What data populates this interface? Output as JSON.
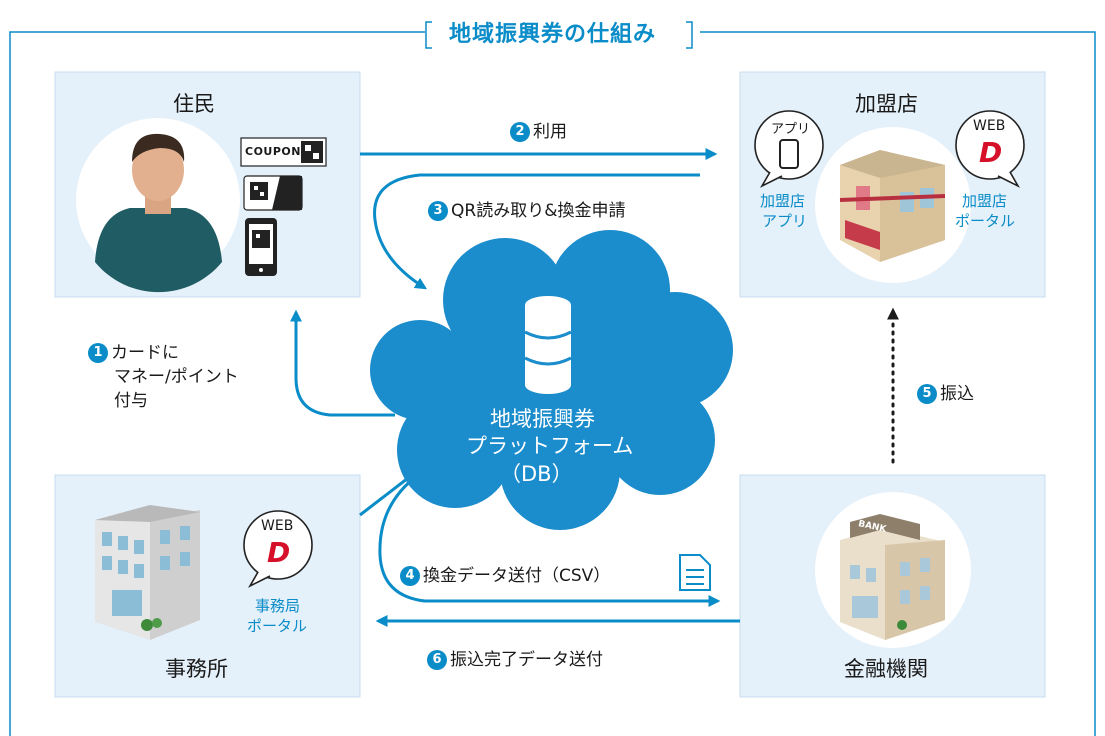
{
  "title": "地域振興券の仕組み",
  "nodes": {
    "resident": "住民",
    "member_store": "加盟店",
    "office": "事務所",
    "bank": "金融機関"
  },
  "platform": {
    "line1": "地域振興券",
    "line2": "プラットフォーム",
    "line3": "（DB）"
  },
  "resident_items": {
    "coupon": "COUPON"
  },
  "store": {
    "app_bubble": "アプリ",
    "web_bubble": "WEB",
    "web_logo": "D",
    "app_label_1": "加盟店",
    "app_label_2": "アプリ",
    "portal_label_1": "加盟店",
    "portal_label_2": "ポータル"
  },
  "office": {
    "web_bubble": "WEB",
    "web_logo": "D",
    "portal_label_1": "事務局",
    "portal_label_2": "ポータル"
  },
  "bank": {
    "sign": "BANK"
  },
  "steps": [
    {
      "num": "1",
      "lines": [
        "カードに",
        "マネー/ポイント",
        "付与"
      ]
    },
    {
      "num": "2",
      "text": "利用"
    },
    {
      "num": "3",
      "text": "QR読み取り&換金申請"
    },
    {
      "num": "4",
      "text": "換金データ送付（CSV）"
    },
    {
      "num": "5",
      "text": "振込"
    },
    {
      "num": "6",
      "text": "振込完了データ送付"
    }
  ],
  "colors": {
    "accent": "#0a8cc8",
    "cloud": "#1b8ccc",
    "box": "#e4f0fa"
  },
  "icons": [
    "person-icon",
    "coupon-icon",
    "qr-card-icon",
    "smartphone-icon",
    "store-icon",
    "office-building-icon",
    "bank-building-icon",
    "database-icon",
    "csv-document-icon"
  ]
}
